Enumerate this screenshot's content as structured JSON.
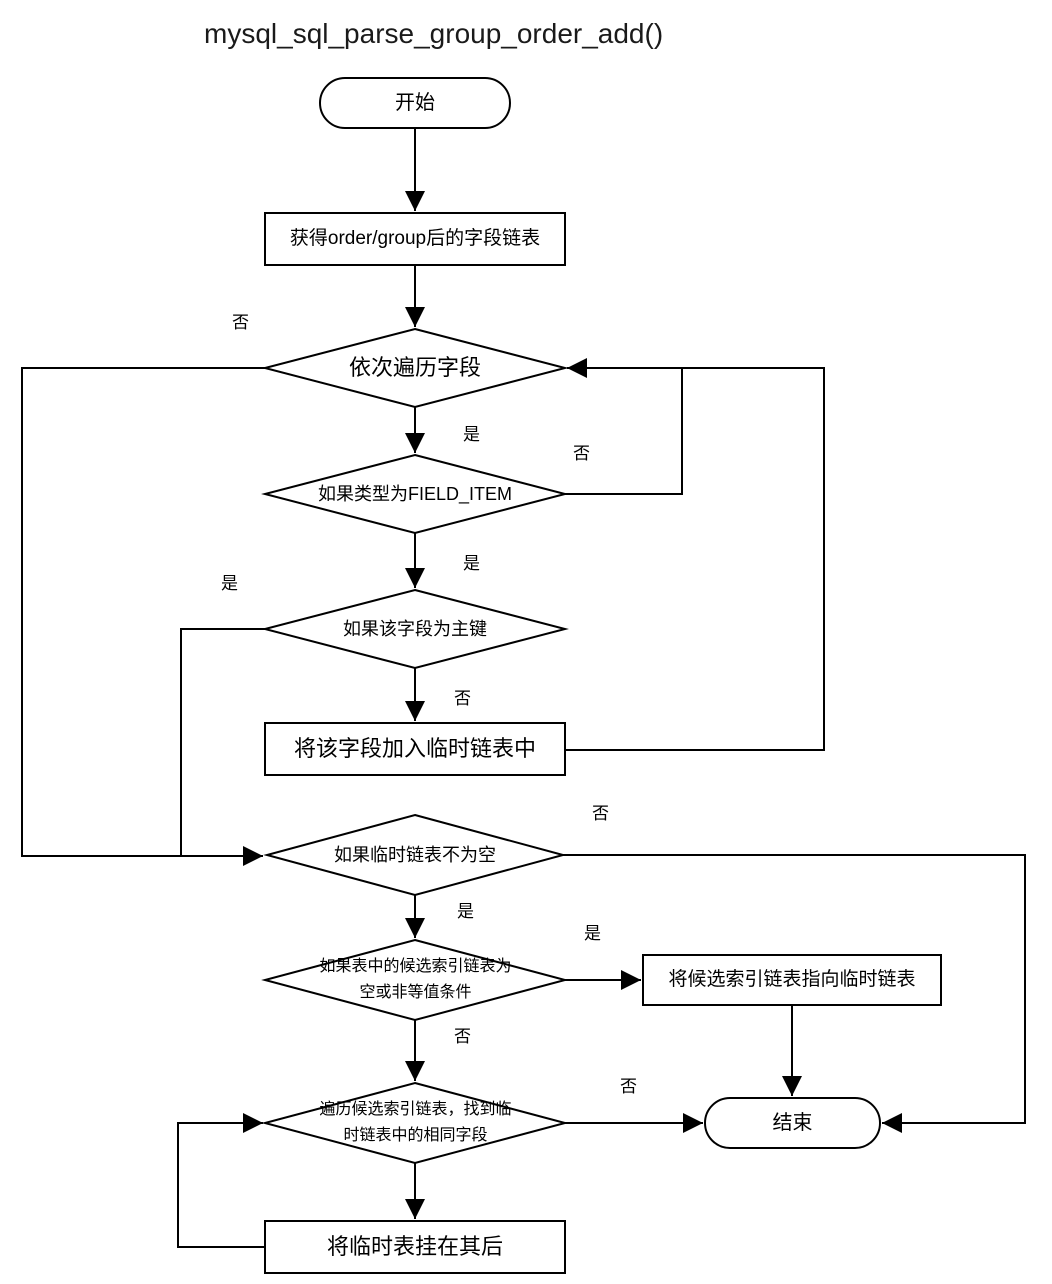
{
  "title": "mysql_sql_parse_group_order_add()",
  "colors": {
    "line": "#000000",
    "background": "#ffffff",
    "text": "#000000"
  },
  "nodes": {
    "start": {
      "type": "terminator",
      "label": "开始"
    },
    "get_field_list": {
      "type": "process",
      "label": "获得order/group后的字段链表"
    },
    "iterate_fields": {
      "type": "decision",
      "label": "依次遍历字段"
    },
    "type_is_field_item": {
      "type": "decision",
      "label": "如果类型为FIELD_ITEM"
    },
    "field_is_primary_key": {
      "type": "decision",
      "label": "如果该字段为主键"
    },
    "add_field_to_temp_list": {
      "type": "process",
      "label": "将该字段加入临时链表中"
    },
    "temp_list_not_empty": {
      "type": "decision",
      "label": "如果临时链表不为空"
    },
    "candidate_index_empty_or_nonequal": {
      "type": "decision",
      "label": "如果表中的候选索引链表为空或非等值条件"
    },
    "point_candidate_to_temp": {
      "type": "process",
      "label": "将候选索引链表指向临时链表"
    },
    "traverse_candidate_find_same": {
      "type": "decision",
      "label": "遍历候选索引链表，找到临时链表中的相同字段"
    },
    "append_temp_list_after": {
      "type": "process",
      "label": "将临时表挂在其后"
    },
    "end": {
      "type": "terminator",
      "label": "结束"
    }
  },
  "edge_labels": {
    "iterate_no": "否",
    "iterate_yes": "是",
    "field_item_no": "否",
    "field_item_yes": "是",
    "primary_key_yes": "是",
    "primary_key_no": "否",
    "temp_not_empty_no": "否",
    "temp_not_empty_yes": "是",
    "candidate_yes": "是",
    "candidate_no": "否",
    "traverse_no": "否"
  }
}
